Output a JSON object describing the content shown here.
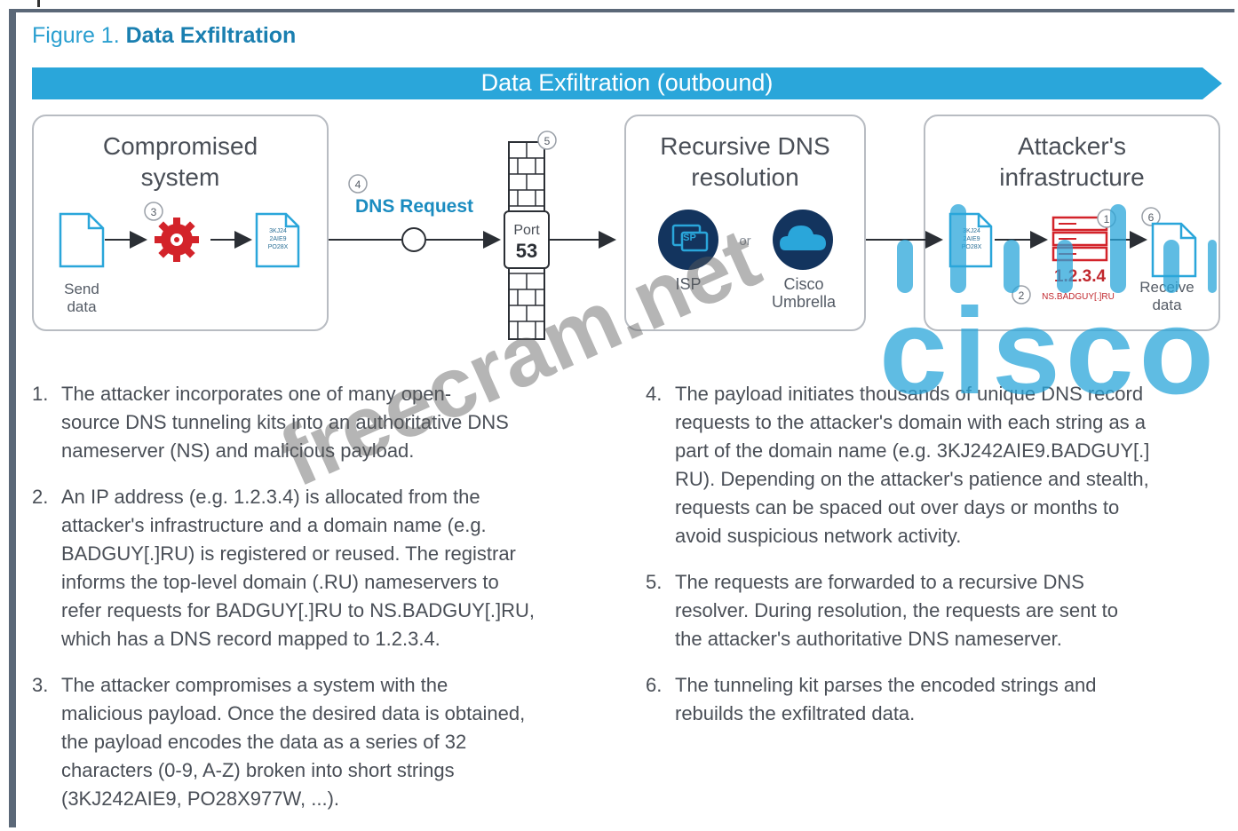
{
  "figure": {
    "prefix": "Figure 1.",
    "title": "Data Exfiltration"
  },
  "banner": {
    "label": "Data Exfiltration (outbound)"
  },
  "boxes": {
    "compromised": {
      "title_line1": "Compromised",
      "title_line2": "system",
      "send_label_1": "Send",
      "send_label_2": "data",
      "step": "3"
    },
    "recursive": {
      "title_line1": "Recursive DNS",
      "title_line2": "resolution",
      "isp_label": "ISP",
      "isp_icon_text": "ISP",
      "or_label": "or",
      "umbrella_label_1": "Cisco",
      "umbrella_label_2": "Umbrella"
    },
    "attacker": {
      "title_line1": "Attacker's",
      "title_line2": "infrastructure",
      "ip": "1.2.3.4",
      "ns_label": "NS.BADGUY[.]RU",
      "receive_label_1": "Receive",
      "receive_label_2": "data",
      "step1": "1",
      "step2": "2",
      "step6": "6"
    }
  },
  "doc_text": {
    "line1": "3KJ24",
    "line2": "2AIE9",
    "line3": "PO28X"
  },
  "dns_request": {
    "step": "4",
    "label": "DNS Request"
  },
  "firewall": {
    "step": "5",
    "port_label": "Port",
    "port_number": "53"
  },
  "steps_left": [
    {
      "num": "1.",
      "lines": [
        "The attacker incorporates one of many open-",
        "source DNS tunneling kits into an authoritative DNS",
        "nameserver (NS) and malicious payload."
      ]
    },
    {
      "num": "2.",
      "lines": [
        "An IP address (e.g. 1.2.3.4) is allocated from the",
        "attacker's infrastructure and a domain name (e.g.",
        "BADGUY[.]RU) is registered or reused. The registrar",
        "informs the top-level domain (.RU) nameservers to",
        "refer requests for BADGUY[.]RU to NS.BADGUY[.]RU,",
        "which has a DNS record mapped to 1.2.3.4."
      ]
    },
    {
      "num": "3.",
      "lines": [
        "The attacker compromises a system with the",
        "malicious payload. Once the desired data is obtained,",
        "the payload encodes the data as a series of 32",
        "characters (0-9, A-Z) broken into short strings",
        "(3KJ242AIE9, PO28X977W, ...)."
      ]
    }
  ],
  "steps_right": [
    {
      "num": "4.",
      "lines": [
        "The payload initiates thousands of unique DNS record",
        "requests to the attacker's domain with each string as a",
        "part of the domain name (e.g. 3KJ242AIE9.BADGUY[.]",
        "RU). Depending on the attacker's patience and stealth,",
        "requests can be spaced out over days or months to",
        "avoid suspicious network activity."
      ]
    },
    {
      "num": "5.",
      "lines": [
        "The requests are forwarded to a recursive DNS",
        "resolver. During resolution, the requests are sent to",
        "the attacker's authoritative DNS nameserver."
      ]
    },
    {
      "num": "6.",
      "lines": [
        "The tunneling kit parses the encoded strings and",
        "rebuilds the exfiltrated data."
      ]
    }
  ],
  "watermark": {
    "text1": "freecram.net",
    "text2": "cisco"
  },
  "colors": {
    "accent": "#2aa6da",
    "red": "#d3232a",
    "navy": "#13345e",
    "gray": "#8a9099"
  }
}
